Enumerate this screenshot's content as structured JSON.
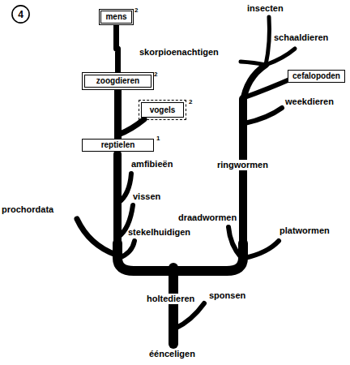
{
  "diagram": {
    "nodes": [
      {
        "text": [
          "4"
        ]
      },
      {
        "text": [
          "mens",
          "2"
        ]
      },
      {
        "text": [
          "zoogdieren",
          "2"
        ]
      },
      {
        "text": [
          "vogels",
          "2"
        ]
      },
      {
        "text": [
          "reptielen",
          "1"
        ]
      },
      {
        "text": [
          "cefalopoden"
        ]
      }
    ],
    "edges": [
      {
        "from": 4,
        "to": 2,
        "arrow": "none"
      },
      {
        "from": 2,
        "to": 1,
        "arrow": "none"
      }
    ],
    "labels": [
      "insecten",
      "skorpioenachtigen",
      "schaaldieren",
      "weekdieren",
      "ringwormen",
      "amfibieën",
      "vissen",
      "prochordata",
      "stekelhuidigen",
      "draadwormen",
      "platwormen",
      "holtedieren",
      "sponsen",
      "éénceligen"
    ]
  }
}
